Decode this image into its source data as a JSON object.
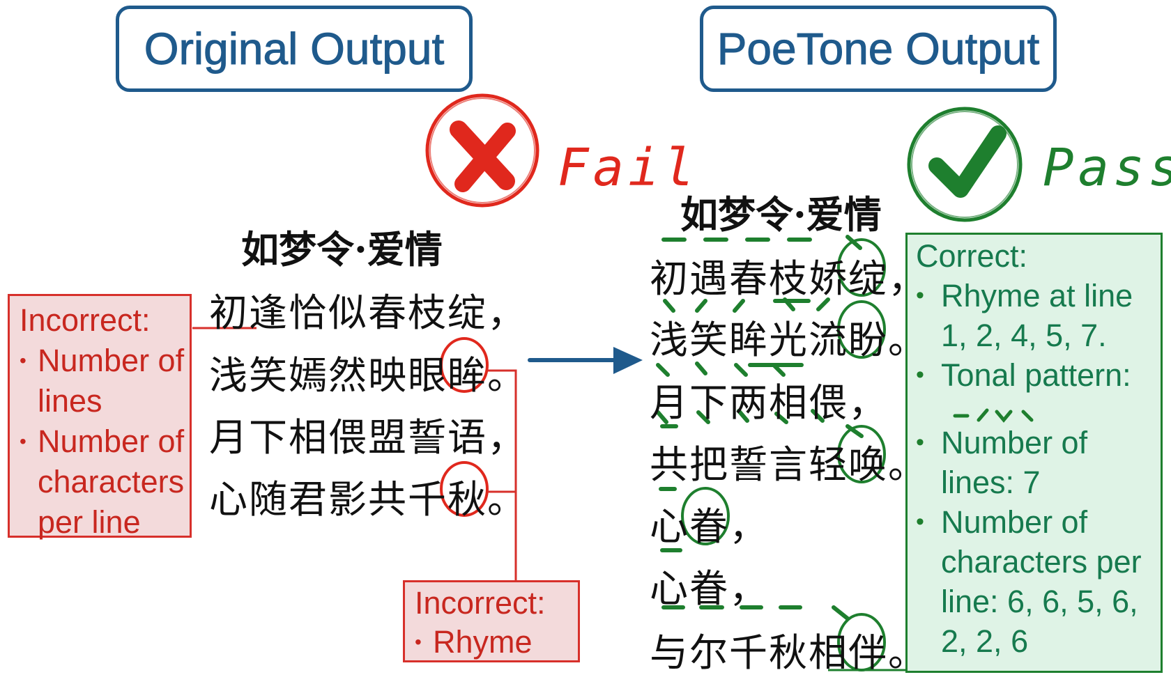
{
  "titles": {
    "left": "Original Output",
    "right": "PoeTone Output"
  },
  "status": {
    "fail": "Fail",
    "pass": "Pass",
    "fail_icon": "cross-mark-icon",
    "pass_icon": "check-mark-icon"
  },
  "original_poem": {
    "title": "如梦令·爱情",
    "lines": [
      "初逢恰似春枝绽，",
      "浅笑嫣然映眼眸。",
      "月下相偎盟誓语，",
      "心随君影共千秋。"
    ]
  },
  "poetone_poem": {
    "title": "如梦令·爱情",
    "lines": [
      "初遇春枝娇绽，",
      "浅笑眸光流盼。",
      "月下两相偎，",
      "共把誓言轻唤。",
      "心眷，",
      "心眷，",
      "与尔千秋相伴。"
    ]
  },
  "incorrect_structure": {
    "heading": "Incorrect:",
    "items": [
      "Number of lines",
      "Number of characters per line"
    ]
  },
  "incorrect_rhyme": {
    "heading": "Incorrect:",
    "items": [
      "Rhyme"
    ]
  },
  "correct": {
    "heading": "Correct:",
    "items": [
      "Rhyme at line 1, 2, 4, 5, 7.",
      "Tonal pattern:",
      "Number of lines: 7",
      "Number of characters per line: 6, 6, 5, 6, 2, 2, 6"
    ]
  },
  "colors": {
    "title_blue": "#1f5a8c",
    "fail_red": "#e0281d",
    "pass_green": "#1e7f2e",
    "red_box_fill": "#f3dadb",
    "green_box_fill": "#dff3e6",
    "arrow_blue": "#1f5a8c"
  }
}
